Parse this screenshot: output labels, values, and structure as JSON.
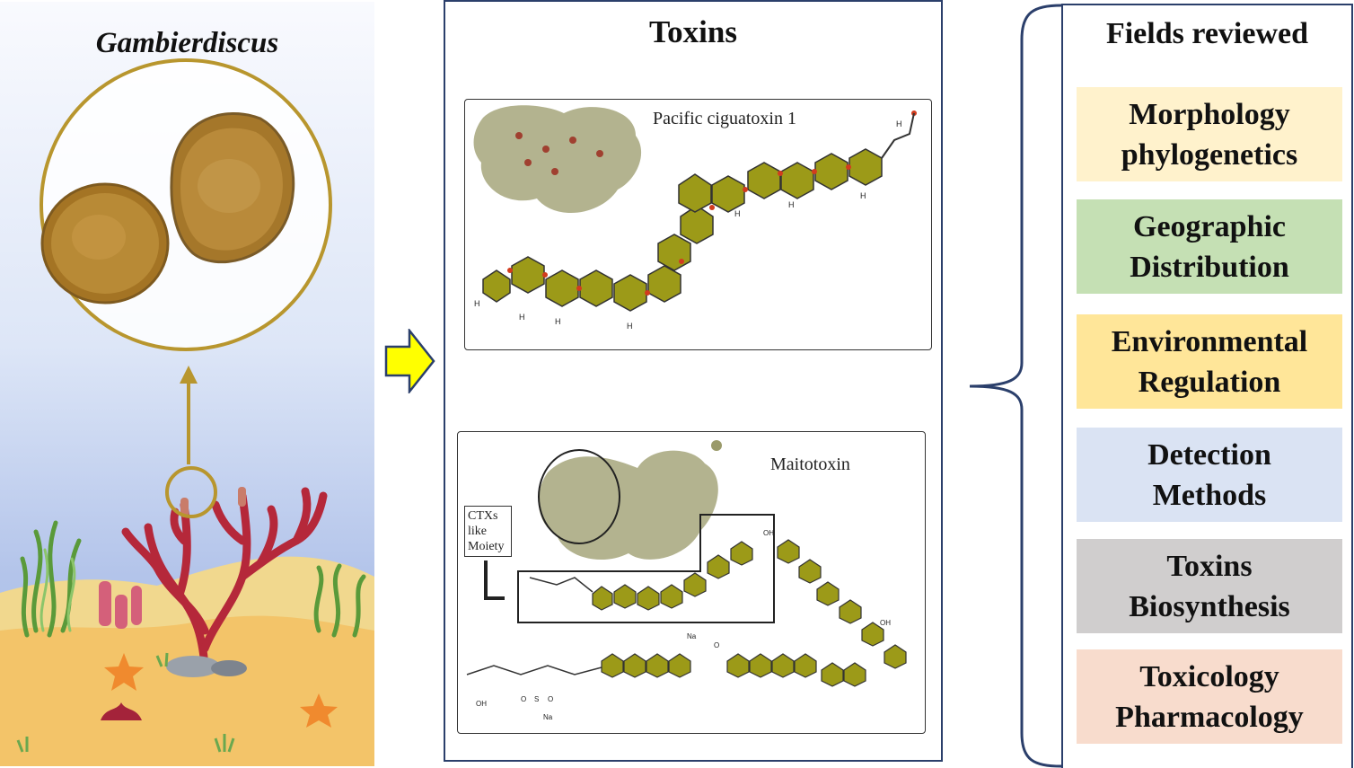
{
  "organism": {
    "name": "Gambierdiscus"
  },
  "toxins": {
    "title": "Toxins",
    "ciguatoxin_label": "Pacific ciguatoxin 1",
    "maitotoxin_label": "Maitotoxin",
    "moiety_lines": [
      "CTXs",
      "like",
      "Moiety"
    ]
  },
  "fields": {
    "title": "Fields reviewed",
    "items": [
      {
        "line1": "Morphology",
        "line2": "phylogenetics",
        "color": "#fff2cc"
      },
      {
        "line1": "Geographic",
        "line2": "Distribution",
        "color": "#c5e0b4"
      },
      {
        "line1": "Environmental",
        "line2": "Regulation",
        "color": "#ffe699"
      },
      {
        "line1": "Detection",
        "line2": "Methods",
        "color": "#dae3f3"
      },
      {
        "line1": "Toxins",
        "line2": "Biosynthesis",
        "color": "#d0cece"
      },
      {
        "line1": "Toxicology",
        "line2": "Pharmacology",
        "color": "#f8dccd"
      }
    ]
  },
  "colors": {
    "accent_gold": "#b8962e",
    "coral_red": "#b5283a",
    "sand": "#f3c469",
    "frame_navy": "#2b3f6b",
    "molecule_olive": "#9c9a18",
    "arrow_yellow": "#ffff00"
  },
  "icons": [
    "right-arrow-icon",
    "curly-brace-icon",
    "coral-icon",
    "starfish-icon",
    "seaweed-icon",
    "rock-icon"
  ]
}
